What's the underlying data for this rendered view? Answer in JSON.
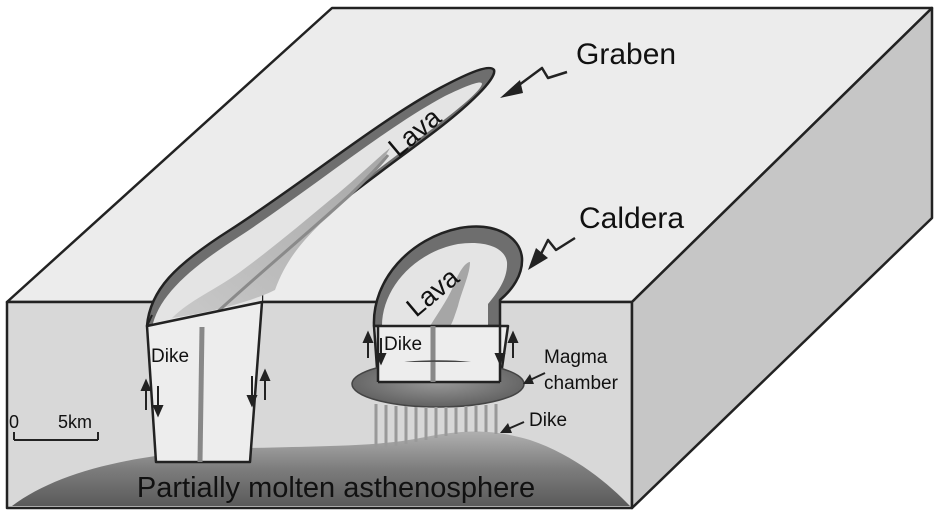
{
  "labels": {
    "graben": "Graben",
    "caldera": "Caldera",
    "lava_graben": "Lava",
    "lava_caldera": "Lava",
    "dike_graben": "Dike",
    "dike_caldera": "Dike",
    "magma_line1": "Magma",
    "magma_line2": "chamber",
    "dike_lower": "Dike",
    "scale_zero": "0",
    "scale_km": "5km",
    "asthenosphere": "Partially molten asthenosphere"
  },
  "colors": {
    "top_surface": "#ececec",
    "front_face": "#d9d9d9",
    "side_face": "#c9c9c9",
    "lava_dark": "#6e6e6e",
    "lava_light": "#bdbdbd",
    "magma_chamber": "#7a7a7a",
    "asthenosphere": "#8a8a8a",
    "outline": "#222222"
  }
}
